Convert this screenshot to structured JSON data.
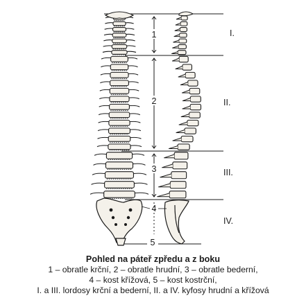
{
  "figure": {
    "region_labels": [
      "1",
      "2",
      "3",
      "4",
      "5"
    ],
    "curve_labels": [
      "I.",
      "II.",
      "III.",
      "IV."
    ]
  },
  "caption": {
    "title": "Pohled na páteř zpředu a z boku",
    "line1": "1 – obratle krční, 2 – obratle hrudní, 3 – obratle bederní,",
    "line2": "4 – kost křížová, 5 – kost kostrční,",
    "line3": "I. a III. lordosy krční a bederní, II. a IV. kyfosy hrudní a křížová"
  },
  "vertebrae": {
    "cervical_count": 7,
    "thoracic_count": 12,
    "lumbar_count": 5
  }
}
